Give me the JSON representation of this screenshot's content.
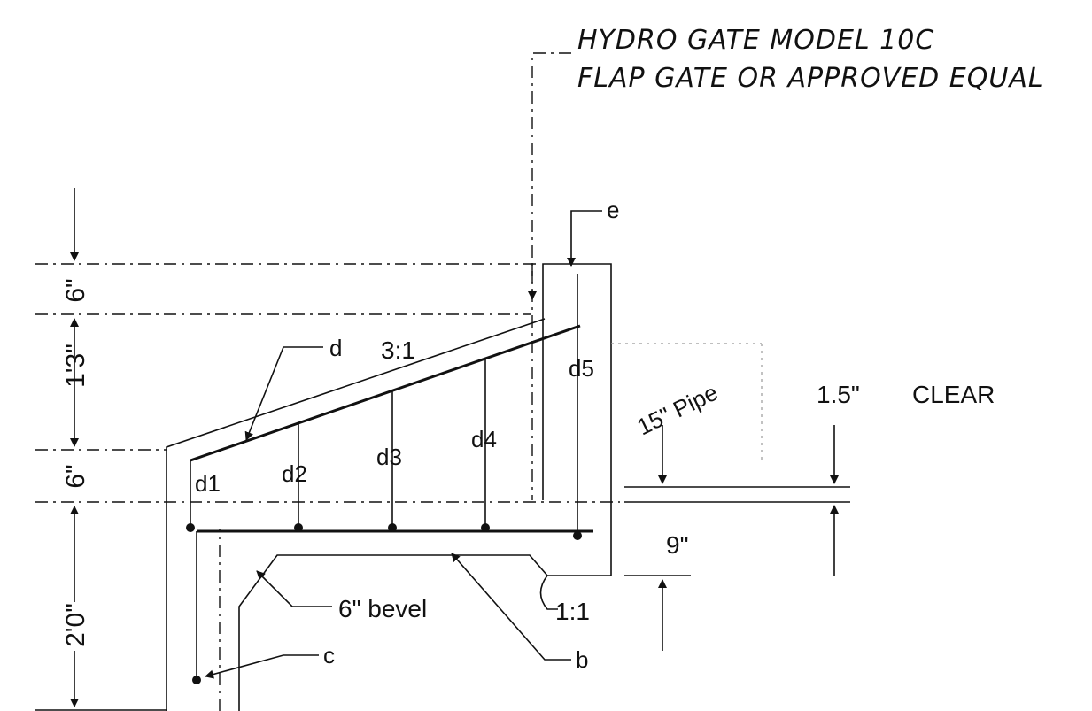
{
  "note": {
    "line1": "HYDRO GATE MODEL 10C",
    "line2": "FLAP GATE OR APPROVED EQUAL"
  },
  "dimensions": {
    "top_slab": "6\"",
    "rise": "1'3\"",
    "mid_slab": "6\"",
    "footing": "2'0\"",
    "clear": "1.5\"",
    "clear_label": "CLEAR",
    "depth": "9\""
  },
  "labels": {
    "slope": "3:1",
    "pipe": "15\" Pipe",
    "bevel": "6\" bevel",
    "bevel_slope": "1:1"
  },
  "bars": {
    "d1": "d1",
    "d2": "d2",
    "d3": "d3",
    "d4": "d4",
    "d5": "d5",
    "b": "b",
    "c": "c",
    "d": "d",
    "e": "e"
  }
}
